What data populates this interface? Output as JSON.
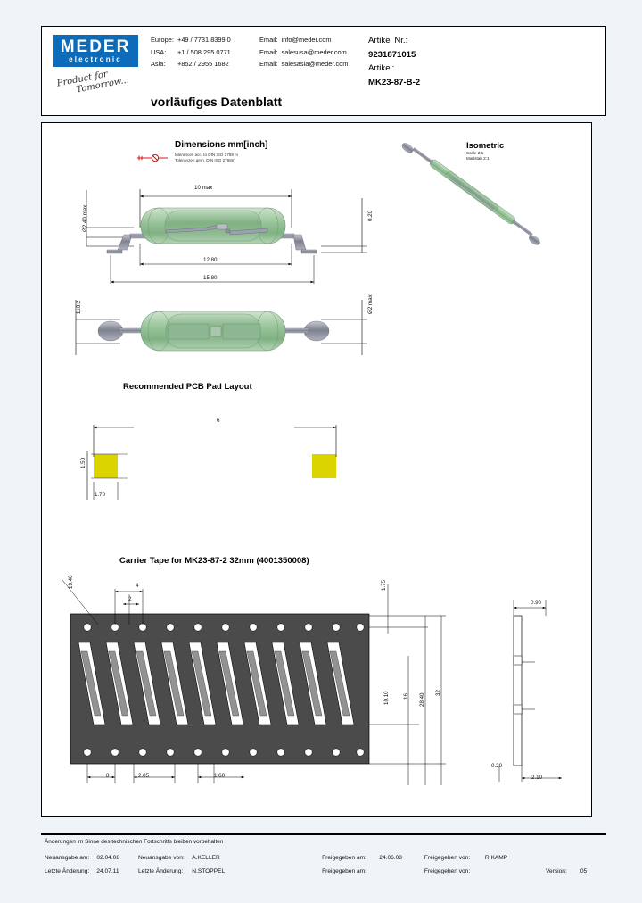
{
  "header": {
    "logo_main": "MEDER",
    "logo_sub": "electronic",
    "signature_line1": "Product for",
    "signature_line2": "Tomorrow...",
    "contacts": [
      {
        "region": "Europe:",
        "phone": "+49 / 7731 8399 0",
        "email_label": "Email:",
        "email": "info@meder.com"
      },
      {
        "region": "USA:",
        "phone": "+1 / 508 295 0771",
        "email_label": "Email:",
        "email": "salesusa@meder.com"
      },
      {
        "region": "Asia:",
        "phone": "+852 / 2955 1682",
        "email_label": "Email:",
        "email": "salesasia@meder.com"
      }
    ],
    "artikel_nr_label": "Artikel Nr.:",
    "artikel_nr": "9231871015",
    "artikel_label": "Artikel:",
    "artikel": "MK23-87-B-2",
    "doc_title": "vorläufiges Datenblatt"
  },
  "sections": {
    "dimensions_title": "Dimensions mm[inch]",
    "dimensions_sub1": "tolerances acc. to DIN ISO 2768 m",
    "dimensions_sub2": "Toleranzen gem. DIN ISO 2768m",
    "isometric_title": "Isometric",
    "isometric_sub1": "Scale 2:1",
    "isometric_sub2": "Maßstab 2:1",
    "pcb_title": "Recommended PCB Pad Layout",
    "tape_title": "Carrier Tape for MK23-87-2  32mm (4001350008)"
  },
  "dimensions": {
    "side_view": {
      "length_max": "10 max",
      "body_length": "12.80",
      "overall_length": "15.80",
      "diameter_max": "Ø2.40 max",
      "lead_thickness": "0.20"
    },
    "top_view": {
      "pad_width": "1±0.2",
      "diameter_max": "Ø2 max"
    },
    "pcb_pad": {
      "pitch": "6",
      "pad_height": "1.50",
      "pad_width": "1.70"
    },
    "tape": {
      "pocket_pitch": "8",
      "hole_pitch": "4",
      "hole_dia": "2",
      "edge_1": "1.75",
      "pocket_width": "2.05",
      "pocket_offset": "1.60",
      "pocket_len": "10.10",
      "center_16": "16",
      "width_284": "28.40",
      "width_32": "32",
      "angle": "19.40",
      "depth_090": "0.90",
      "depth_020": "0.20",
      "depth_210": "2.10"
    }
  },
  "footer": {
    "note": "Änderungen im Sinne des technischen Fortschritts bleiben vorbehalten",
    "rows": [
      {
        "c1": "Neuansgabe am:",
        "c2": "02.04.08",
        "c3": "Neuansgabe von:",
        "c4": "A.KELLER",
        "c5": "Freigegeben am:",
        "c6": "24.06.08",
        "c7": "Freigegeben von:",
        "c8": "R.KAMP",
        "c9": "",
        "c10": ""
      },
      {
        "c1": "Letzte Änderung:",
        "c2": "24.07.11",
        "c3": "Letzte Änderung:",
        "c4": "N.STOPPEL",
        "c5": "Freigegeben am:",
        "c6": "",
        "c7": "Freigegeben von:",
        "c8": "",
        "c9": "Version:",
        "c10": "05"
      }
    ]
  },
  "colors": {
    "logo_blue": "#0d6cb9",
    "pad_yellow": "#dcd400",
    "glass_green": "#8fbe96",
    "lead_grey": "#8d909c",
    "tape_dark": "#4b4b4b",
    "page_bg": "#eef4f8"
  }
}
